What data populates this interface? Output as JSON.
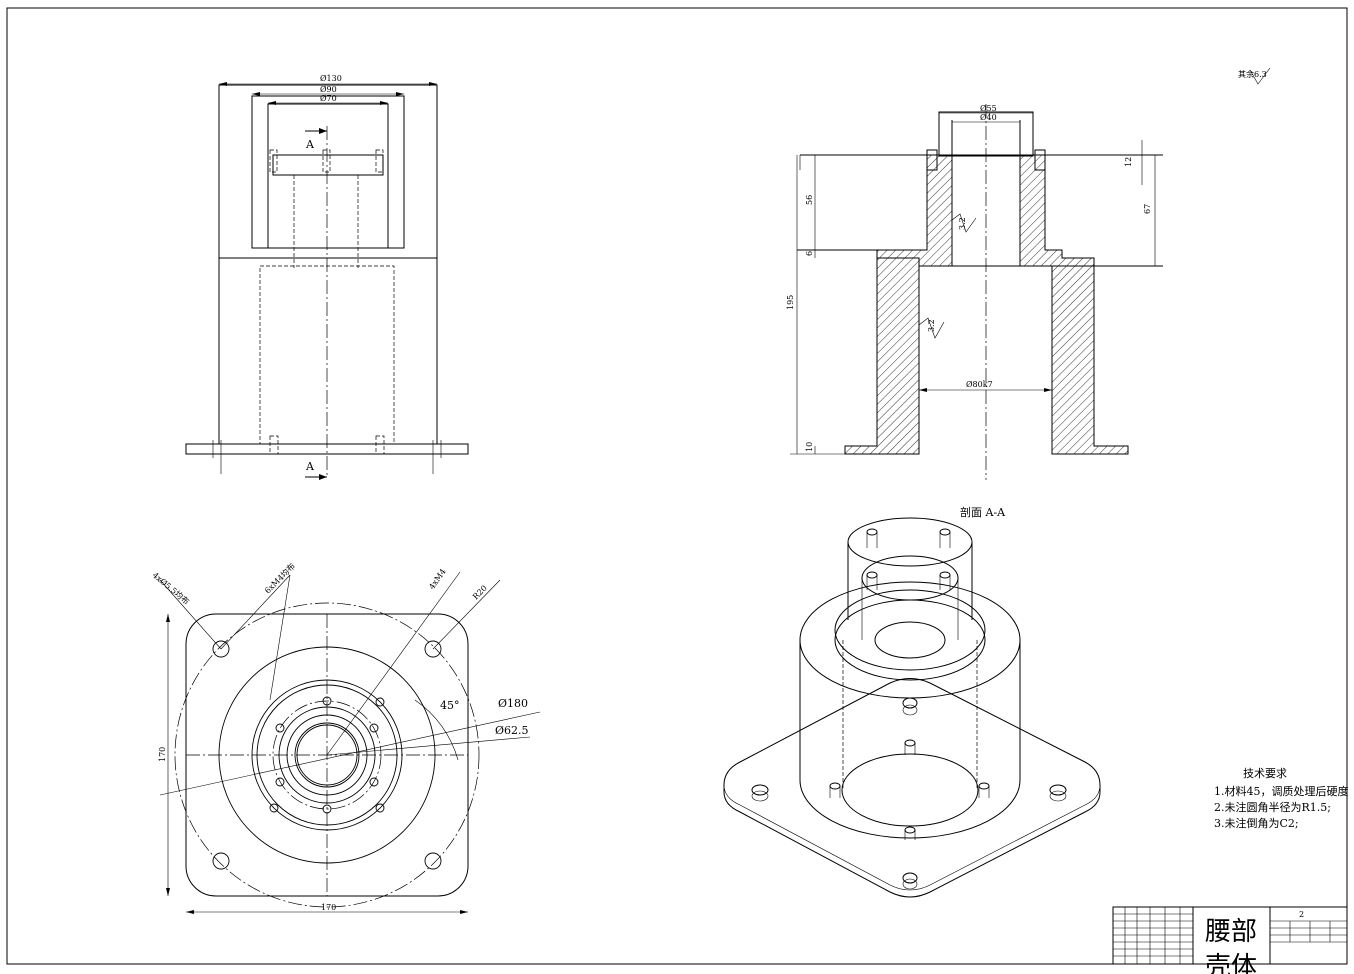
{
  "drawing": {
    "title_block": {
      "part_name_line1": "腰部",
      "part_name_line2": "壳体",
      "scale_cell": "2"
    },
    "section_label": "剖面 A-A",
    "section_marks": [
      "A",
      "A"
    ],
    "surface_finish_note": "其余6.3",
    "tech_requirements": {
      "heading": "技术要求",
      "items": [
        "1.材料45，调质处理后硬度",
        "2.未注圆角半径为R1.5;",
        "3.未注倒角为C2;"
      ]
    },
    "front_view_dims": [
      "Ø130",
      "Ø90",
      "Ø70"
    ],
    "section_view_dims": [
      "Ø55",
      "Ø40",
      "12",
      "67",
      "56",
      "6",
      "195",
      "10",
      "Ø80k7",
      "3.2",
      "3.2"
    ],
    "plan_view_dims": [
      "4xØ5.5均布",
      "6xM4均布",
      "4xM4",
      "R20",
      "Ø180",
      "Ø62.5",
      "45°",
      "170",
      "170"
    ]
  }
}
